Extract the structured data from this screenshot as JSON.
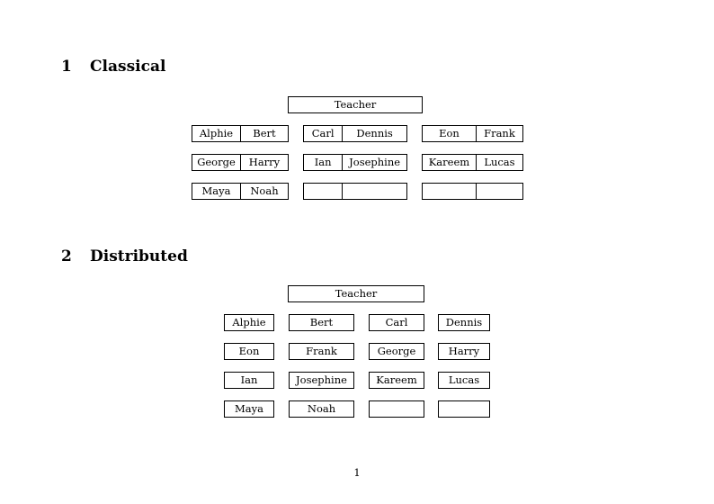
{
  "document": {
    "page_number": "1",
    "sections": [
      {
        "number": "1",
        "title": "Classical",
        "teacher_label": "Teacher",
        "layout": "three-paired-columns",
        "groups": [
          {
            "column": "left",
            "rows": [
              [
                "Alphie",
                "Bert"
              ],
              [
                "George",
                "Harry"
              ],
              [
                "Maya",
                "Noah"
              ]
            ]
          },
          {
            "column": "middle",
            "rows": [
              [
                "Carl",
                "Dennis"
              ],
              [
                "Ian",
                "Josephine"
              ],
              [
                "",
                ""
              ]
            ]
          },
          {
            "column": "right",
            "rows": [
              [
                "Eon",
                "Frank"
              ],
              [
                "Kareem",
                "Lucas"
              ],
              [
                "",
                ""
              ]
            ]
          }
        ]
      },
      {
        "number": "2",
        "title": "Distributed",
        "teacher_label": "Teacher",
        "layout": "four-single-columns",
        "rows": [
          [
            "Alphie",
            "Bert",
            "Carl",
            "Dennis"
          ],
          [
            "Eon",
            "Frank",
            "George",
            "Harry"
          ],
          [
            "Ian",
            "Josephine",
            "Kareem",
            "Lucas"
          ],
          [
            "Maya",
            "Noah",
            "",
            ""
          ]
        ]
      }
    ]
  },
  "colors": {
    "page_background": "#ffffff",
    "text": "#000000",
    "box_border": "#000000"
  }
}
